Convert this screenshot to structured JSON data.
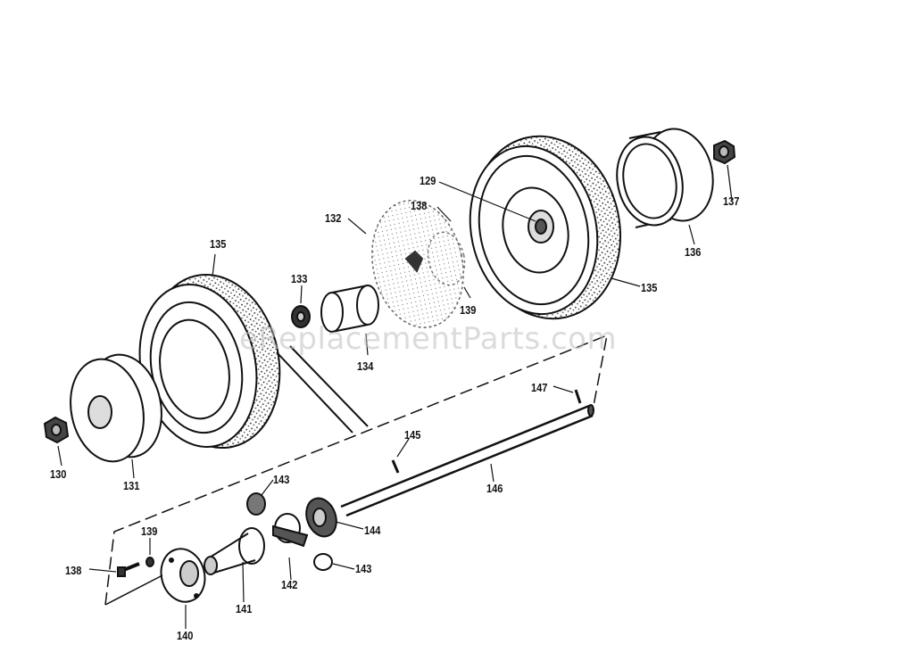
{
  "watermark": "eReplacementParts.com",
  "labels": {
    "l129": "129",
    "l130": "130",
    "l131": "131",
    "l132": "132",
    "l133": "133",
    "l134": "134",
    "l135a": "135",
    "l135b": "135",
    "l136": "136",
    "l137": "137",
    "l138a": "138",
    "l138b": "138",
    "l139a": "139",
    "l139b": "139",
    "l140": "140",
    "l141": "141",
    "l142": "142",
    "l143a": "143",
    "l143b": "143",
    "l144": "144",
    "l145": "145",
    "l146": "146",
    "l147": "147"
  }
}
